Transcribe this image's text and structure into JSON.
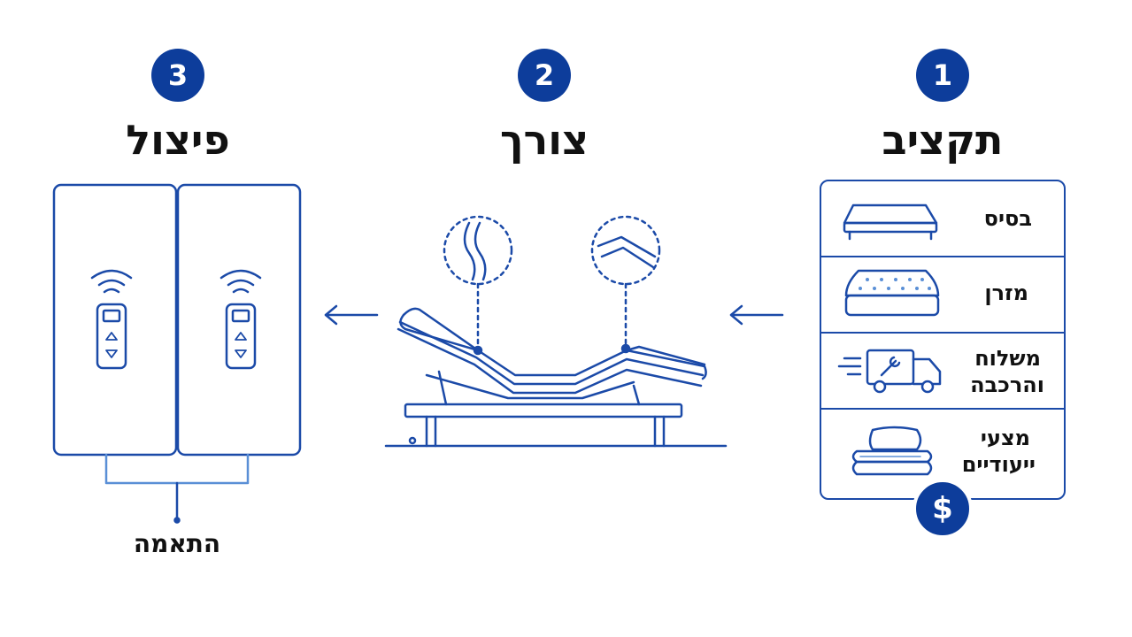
{
  "steps": [
    {
      "number": "1",
      "title": "תקציב"
    },
    {
      "number": "2",
      "title": "צורך"
    },
    {
      "number": "3",
      "title": "פיצול"
    }
  ],
  "budget_items": [
    {
      "label": "בסיס",
      "icon": "bed-base-icon"
    },
    {
      "label": "מזרן",
      "icon": "mattress-icon"
    },
    {
      "label": "משלוח והרכבה",
      "line1": "משלוח",
      "line2": "והרכבה",
      "icon": "delivery-truck-icon"
    },
    {
      "label": "מצעי ייעודיים",
      "line1": "מצעי",
      "line2": "ייעודיים",
      "icon": "bedding-stack-icon"
    }
  ],
  "currency_symbol": "$",
  "split_caption": "התאמה",
  "colors": {
    "primary": "#0d3d9b",
    "line": "#1b4aa8",
    "light_line": "#5a8fd6",
    "text": "#111111"
  }
}
